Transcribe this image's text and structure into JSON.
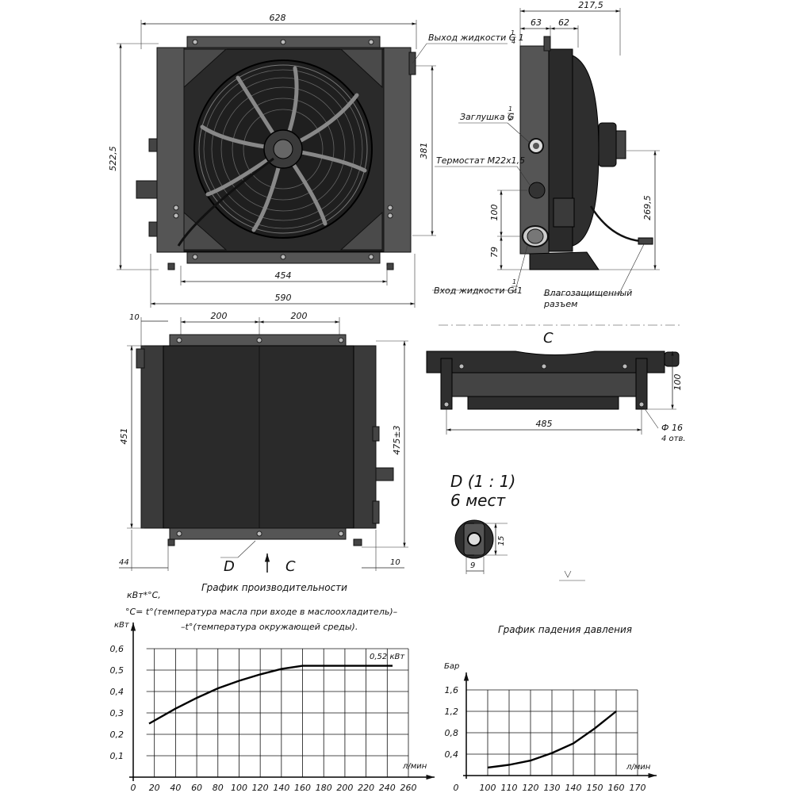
{
  "dims": {
    "front_width_top": "628",
    "front_height": "522,5",
    "front_inner_height": "381",
    "front_bottom_inner": "454",
    "front_bottom_outer": "590",
    "side_total": "217,5",
    "side_a": "63",
    "side_b": "62",
    "side_h1": "100",
    "side_h2": "79",
    "side_h3": "269,5",
    "back_left": "10",
    "back_top_a": "200",
    "back_top_b": "200",
    "back_height": "451",
    "back_right": "475±3",
    "back_bottom_left": "44",
    "back_bottom_right": "10",
    "top_height": "100",
    "top_width": "485",
    "hole_dia": "Ф 16",
    "hole_count": "4 отв.",
    "detail_h": "15",
    "detail_w": "9"
  },
  "labels": {
    "outlet": "Выход жидкости G 1",
    "outlet_frac_num": "1",
    "outlet_frac_den": "4",
    "plug": "Заглушка G",
    "plug_frac_num": "1",
    "plug_frac_den": "2",
    "thermostat": "Термостат M22x1,5",
    "inlet": "Вход жидкости G 1",
    "inlet_frac_num": "1",
    "inlet_frac_den": "4",
    "connector_line1": "Влагозащищенный",
    "connector_line2": "разъем",
    "view_c_top": "C",
    "view_d": "D",
    "view_c_arrow": "C",
    "detail_title": "D (1 : 1)",
    "detail_sub": "6 мест"
  },
  "perf_chart_text": {
    "title": "График производительности",
    "unit_line": "кВт*°С,",
    "note_line1": "°С= t°(температура масла при входе в маслоохладитель)–",
    "note_line2": "–t°(температура окружающей среды).",
    "ylabel": "кВт",
    "xlabel": "л/мин",
    "annotation": "0,52 кВт"
  },
  "pressure_chart_text": {
    "title": "График падения давления",
    "ylabel": "Бар",
    "xlabel": "л/мин"
  },
  "chart_data": [
    {
      "type": "line",
      "title": "График производительности",
      "xlabel": "л/мин",
      "ylabel": "кВт",
      "xlim": [
        0,
        260
      ],
      "ylim": [
        0,
        0.6
      ],
      "x_ticks": [
        "0",
        "20",
        "40",
        "60",
        "80",
        "100",
        "120",
        "140",
        "160",
        "180",
        "200",
        "220",
        "240",
        "260"
      ],
      "y_ticks": [
        "0,1",
        "0,2",
        "0,3",
        "0,4",
        "0,5",
        "0,6"
      ],
      "grid": true,
      "series": [
        {
          "x": [
            15,
            40,
            60,
            80,
            100,
            120,
            140,
            160,
            180,
            200,
            220,
            245
          ],
          "values": [
            0.25,
            0.32,
            0.37,
            0.415,
            0.45,
            0.48,
            0.505,
            0.52,
            0.52,
            0.52,
            0.52,
            0.52
          ]
        }
      ]
    },
    {
      "type": "line",
      "title": "График падения давления",
      "xlabel": "л/мин",
      "ylabel": "Бар",
      "xlim": [
        90,
        170
      ],
      "ylim": [
        0,
        1.6
      ],
      "x_ticks": [
        "0",
        "100",
        "110",
        "120",
        "130",
        "140",
        "150",
        "160",
        "170"
      ],
      "y_ticks": [
        "0,4",
        "0,8",
        "1,2",
        "1,6"
      ],
      "grid": true,
      "series": [
        {
          "x": [
            100,
            110,
            120,
            130,
            140,
            150,
            160
          ],
          "values": [
            0.15,
            0.2,
            0.28,
            0.42,
            0.6,
            0.88,
            1.2
          ]
        }
      ]
    }
  ]
}
